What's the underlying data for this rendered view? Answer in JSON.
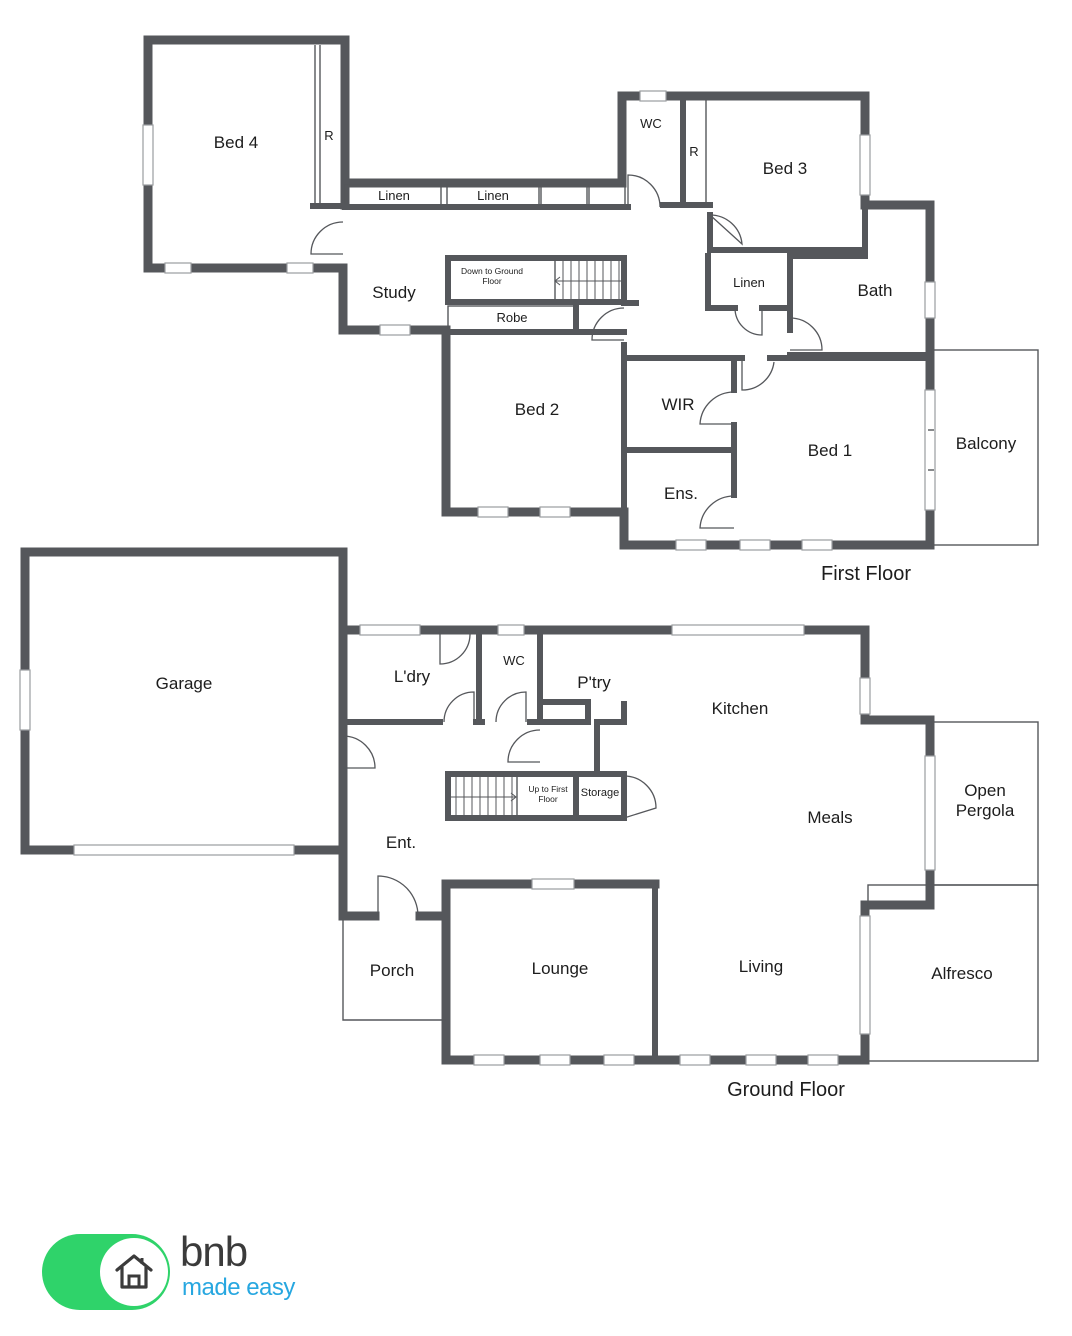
{
  "floors": {
    "first": {
      "title": "First Floor",
      "rooms": {
        "bed4": "Bed 4",
        "robe_bed4": "R",
        "linen_a": "Linen",
        "linen_b": "Linen",
        "wc": "WC",
        "robe_bed3": "R",
        "bed3": "Bed 3",
        "study": "Study",
        "stairs_down": "Down to Ground Floor",
        "linen_c": "Linen",
        "bath": "Bath",
        "robe_bed2": "Robe",
        "bed2": "Bed 2",
        "wir": "WIR",
        "bed1": "Bed 1",
        "balcony": "Balcony",
        "ens": "Ens."
      }
    },
    "ground": {
      "title": "Ground Floor",
      "rooms": {
        "garage": "Garage",
        "laundry": "L'dry",
        "wc": "WC",
        "pantry": "P'try",
        "kitchen": "Kitchen",
        "stairs_up": "Up to First Floor",
        "storage": "Storage",
        "open_pergola": "Open Pergola",
        "meals": "Meals",
        "entry": "Ent.",
        "porch": "Porch",
        "lounge": "Lounge",
        "living": "Living",
        "alfresco": "Alfresco"
      }
    }
  },
  "logo": {
    "brand": "bnb",
    "tagline": "made easy",
    "icon": "house-icon",
    "colors": {
      "pill": "#2fd36a",
      "tagline": "#27a7e0",
      "brand": "#3b3b3b"
    }
  },
  "colors": {
    "wall": "#55575b",
    "background": "#ffffff"
  }
}
